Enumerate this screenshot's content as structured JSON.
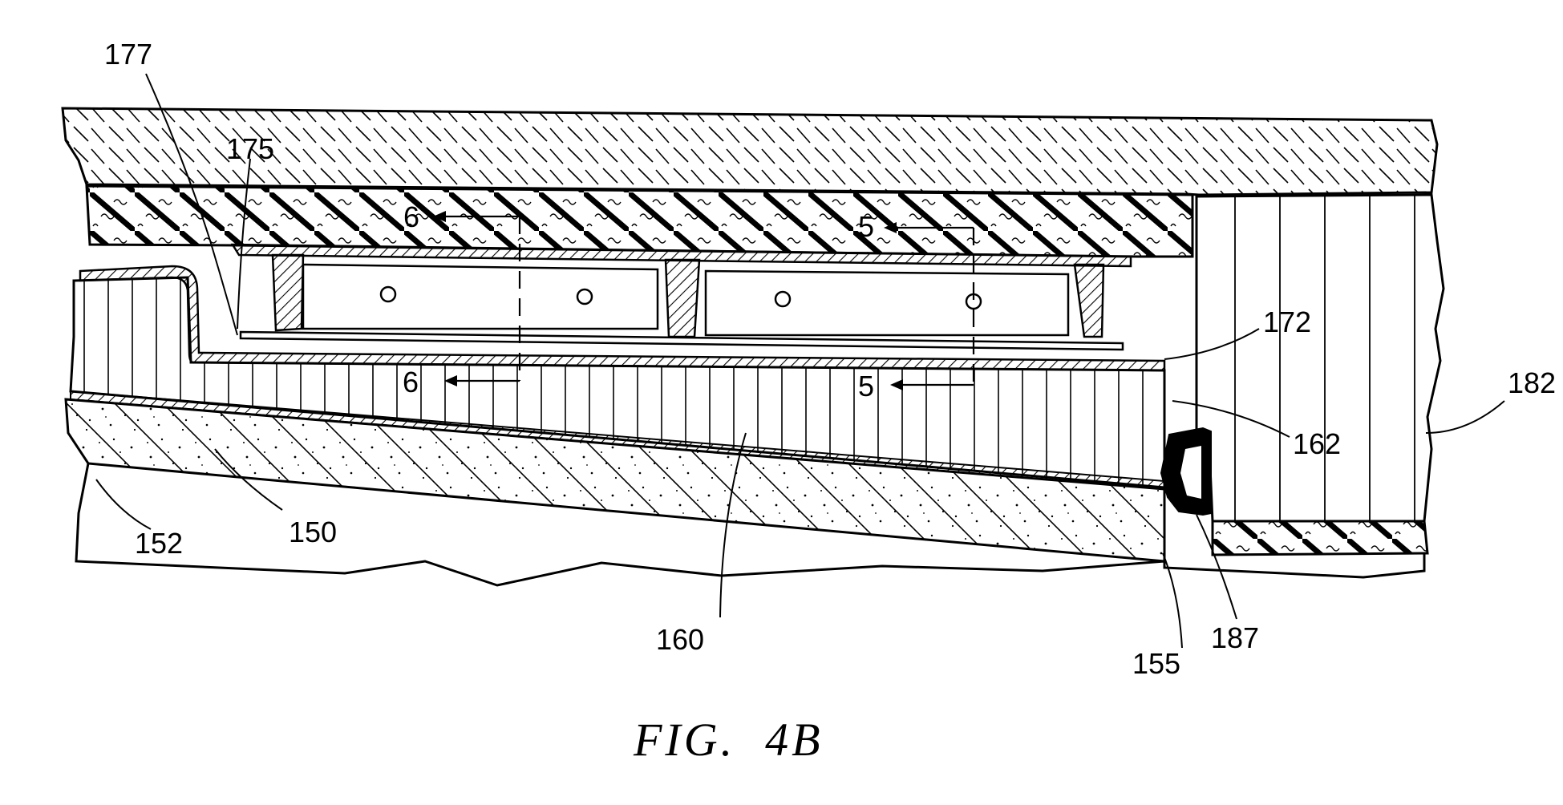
{
  "figure": {
    "caption": "FIG.  4B",
    "reference_numerals": {
      "n177": "177",
      "n175": "175",
      "n172": "172",
      "n182": "182",
      "n162": "162",
      "n152": "152",
      "n150": "150",
      "n160": "160",
      "n155": "155",
      "n187": "187"
    },
    "section_marks": {
      "s6_top": "6",
      "s6_bottom": "6",
      "s5_top": "5",
      "s5_bottom": "5"
    }
  }
}
